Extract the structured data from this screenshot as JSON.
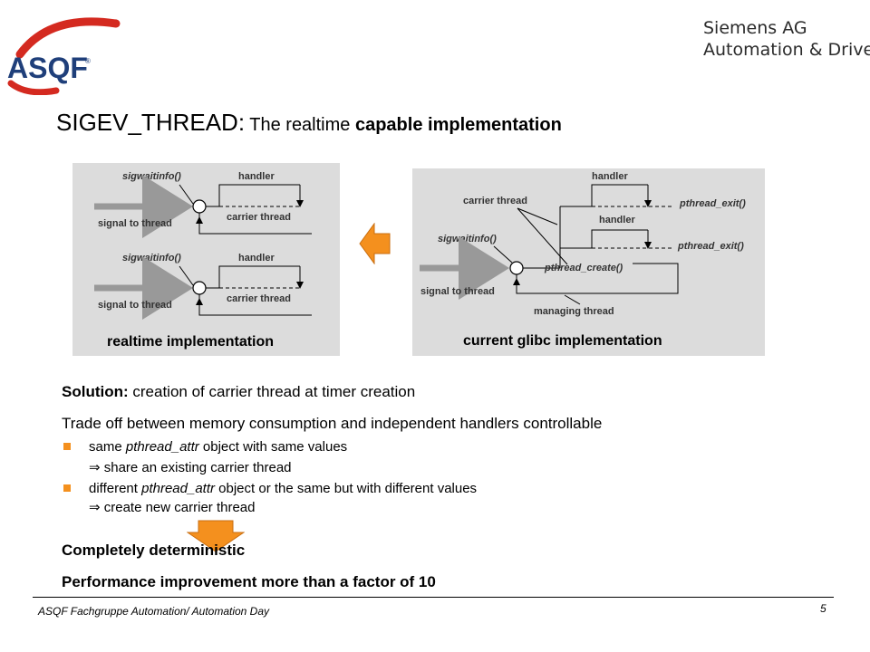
{
  "header": {
    "logo_text": "ASQF",
    "company_line1": "Siemens AG",
    "company_line2": "Automation & Drives"
  },
  "title": {
    "part1": "SIGEV_THREAD:",
    "part2": " The realtime ",
    "part3": "capable implementation"
  },
  "diagram_left": {
    "caption": "realtime  implementation",
    "blocks": [
      {
        "sigwait": "sigwaitinfo()",
        "handler": "handler",
        "signal": "signal to thread",
        "carrier": "carrier thread"
      },
      {
        "sigwait": "sigwaitinfo()",
        "handler": "handler",
        "signal": "signal to thread",
        "carrier": "carrier thread"
      }
    ]
  },
  "diagram_right": {
    "caption": "current glibc  implementation",
    "handler1": "handler",
    "handler2": "handler",
    "carrier": "carrier thread",
    "exit1": "pthread_exit()",
    "exit2": "pthread_exit()",
    "sigwait": "sigwaitinfo()",
    "create": "pthread_create()",
    "signal": "signal to thread",
    "managing": "managing thread"
  },
  "content": {
    "solution_label": "Solution:",
    "solution_text": " creation of carrier thread at timer creation",
    "tradeoff": "Trade off between memory consumption and independent handlers controllable",
    "bullets": [
      {
        "pre": "same ",
        "italic": "pthread_attr",
        "post": " object with same values",
        "sub": "⇒  share an existing carrier thread"
      },
      {
        "pre": "different ",
        "italic": "pthread_attr",
        "post": " object or the same but with different values",
        "sub": "⇒  create new carrier thread"
      }
    ],
    "deterministic": "Completely deterministic",
    "performance": "Performance improvement more than a factor of 10"
  },
  "footer": {
    "text": "ASQF Fachgruppe Automation/ Automation Day",
    "page": "5"
  },
  "colors": {
    "orange": "#f4901e",
    "panel": "#dcdcdc",
    "logo_blue": "#1f3f7a",
    "logo_red": "#d42a20"
  }
}
